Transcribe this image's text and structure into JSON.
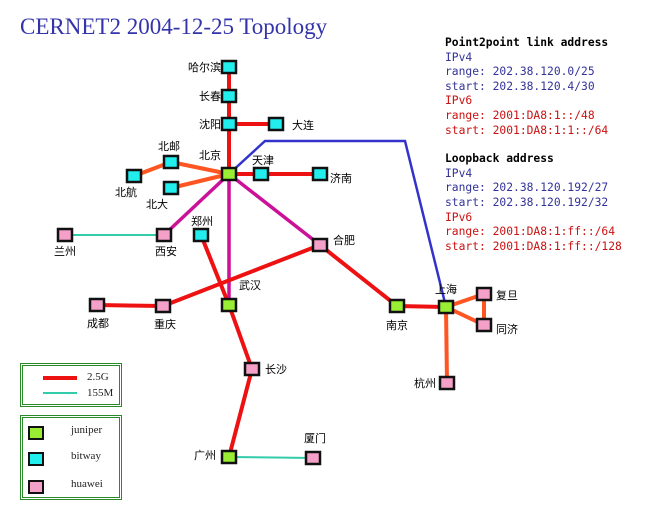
{
  "title": "CERNET2 2004-12-25 Topology",
  "colors": {
    "juniper": "#99ee33",
    "bitway": "#22eeee",
    "huawei": "#f4a0c8",
    "link_2_5g": "#ee1111",
    "link_155m": "#33ccaa",
    "campus": "#ff5522",
    "juniper_core": "#cc1199",
    "blue_link": "#3333cc"
  },
  "nodes": [
    {
      "id": "harbin",
      "label": "哈尔滨",
      "type": "bitway"
    },
    {
      "id": "changchun",
      "label": "长春",
      "type": "bitway"
    },
    {
      "id": "shenyang",
      "label": "沈阳",
      "type": "bitway"
    },
    {
      "id": "dalian",
      "label": "大连",
      "type": "bitway"
    },
    {
      "id": "beijing",
      "label": "北京",
      "type": "juniper"
    },
    {
      "id": "tianjin",
      "label": "天津",
      "type": "bitway"
    },
    {
      "id": "jinan",
      "label": "济南",
      "type": "bitway"
    },
    {
      "id": "bupt",
      "label": "北邮",
      "type": "bitway"
    },
    {
      "id": "buaa",
      "label": "北航",
      "type": "bitway"
    },
    {
      "id": "pku",
      "label": "北大",
      "type": "bitway"
    },
    {
      "id": "lanzhou",
      "label": "兰州",
      "type": "huawei"
    },
    {
      "id": "xian",
      "label": "西安",
      "type": "huawei"
    },
    {
      "id": "zhengzhou",
      "label": "郑州",
      "type": "bitway"
    },
    {
      "id": "hefei",
      "label": "合肥",
      "type": "huawei"
    },
    {
      "id": "wuhan",
      "label": "武汉",
      "type": "juniper"
    },
    {
      "id": "chengdu",
      "label": "成都",
      "type": "huawei"
    },
    {
      "id": "chongqing",
      "label": "重庆",
      "type": "huawei"
    },
    {
      "id": "nanjing",
      "label": "南京",
      "type": "juniper"
    },
    {
      "id": "shanghai",
      "label": "上海",
      "type": "juniper"
    },
    {
      "id": "fudan",
      "label": "复旦",
      "type": "huawei"
    },
    {
      "id": "tongji",
      "label": "同济",
      "type": "huawei"
    },
    {
      "id": "hangzhou",
      "label": "杭州",
      "type": "huawei"
    },
    {
      "id": "changsha",
      "label": "长沙",
      "type": "huawei"
    },
    {
      "id": "guangzhou",
      "label": "广州",
      "type": "juniper"
    },
    {
      "id": "xiamen",
      "label": "厦门",
      "type": "huawei"
    }
  ],
  "edges": [
    [
      "harbin",
      "changchun",
      "link_2_5g"
    ],
    [
      "changchun",
      "shenyang",
      "link_2_5g"
    ],
    [
      "shenyang",
      "beijing",
      "link_2_5g"
    ],
    [
      "shenyang",
      "dalian",
      "link_2_5g"
    ],
    [
      "beijing",
      "tianjin",
      "link_2_5g"
    ],
    [
      "tianjin",
      "jinan",
      "link_2_5g"
    ],
    [
      "beijing",
      "bupt",
      "campus"
    ],
    [
      "bupt",
      "buaa",
      "campus"
    ],
    [
      "beijing",
      "pku",
      "campus"
    ],
    [
      "beijing",
      "xian",
      "juniper_core"
    ],
    [
      "beijing",
      "wuhan",
      "juniper_core"
    ],
    [
      "beijing",
      "hefei",
      "juniper_core"
    ],
    [
      "lanzhou",
      "xian",
      "link_155m"
    ],
    [
      "zhengzhou",
      "wuhan",
      "link_2_5g"
    ],
    [
      "wuhan",
      "changsha",
      "link_2_5g"
    ],
    [
      "changsha",
      "guangzhou",
      "link_2_5g"
    ],
    [
      "chengdu",
      "chongqing",
      "link_2_5g"
    ],
    [
      "chongqing",
      "hefei",
      "link_2_5g"
    ],
    [
      "hefei",
      "nanjing",
      "link_2_5g"
    ],
    [
      "nanjing",
      "shanghai",
      "link_2_5g"
    ],
    [
      "beijing",
      "shanghai",
      "blue_link"
    ],
    [
      "shanghai",
      "fudan",
      "campus"
    ],
    [
      "shanghai",
      "tongji",
      "campus"
    ],
    [
      "fudan",
      "tongji",
      "campus"
    ],
    [
      "shanghai",
      "hangzhou",
      "campus"
    ],
    [
      "guangzhou",
      "xiamen",
      "link_155m"
    ]
  ],
  "addresses": {
    "p2p_heading": "Point2point link address",
    "p2p_ipv4": "IPv4",
    "p2p_ipv4_range": "range: 202.38.120.0/25",
    "p2p_ipv4_start": "start: 202.38.120.4/30",
    "p2p_ipv6": "IPv6",
    "p2p_ipv6_range": "range: 2001:DA8:1::/48",
    "p2p_ipv6_start": "start: 2001:DA8:1:1::/64",
    "lo_heading": "Loopback address",
    "lo_ipv4": "IPv4",
    "lo_ipv4_range": "range: 202.38.120.192/27",
    "lo_ipv4_start": "start: 202.38.120.192/32",
    "lo_ipv6": "IPv6",
    "lo_ipv6_range": "range: 2001:DA8:1:ff::/64",
    "lo_ipv6_start": "start: 2001:DA8:1:ff::/128"
  },
  "legend_links": {
    "fast": "2.5G",
    "slow": "155M"
  },
  "legend_devices": {
    "juniper": "juniper",
    "bitway": "bitway",
    "huawei": "huawei"
  }
}
